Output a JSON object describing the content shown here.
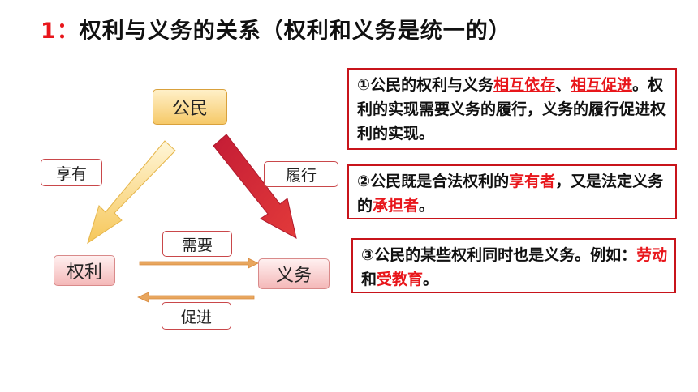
{
  "title": {
    "number": "1：",
    "text": "权利与义务的关系（权利和义务是统一的）"
  },
  "diagram": {
    "nodes": {
      "citizen": "公民",
      "rights": "权利",
      "duties": "义务"
    },
    "labels": {
      "enjoy": "享有",
      "perform": "履行",
      "need": "需要",
      "promote": "促进"
    }
  },
  "boxes": [
    {
      "parts": [
        {
          "text": "①公民的权利与义务",
          "style": "normal"
        },
        {
          "text": "相互依存",
          "style": "red-underline"
        },
        {
          "text": "、",
          "style": "normal"
        },
        {
          "text": "相互促进",
          "style": "red-underline"
        },
        {
          "text": "。权利的实现需要义务的履行，义务的履行促进权利的实现。",
          "style": "normal"
        }
      ]
    },
    {
      "parts": [
        {
          "text": "②公民既是合法权利的",
          "style": "normal"
        },
        {
          "text": "享有者",
          "style": "red"
        },
        {
          "text": "，又是法定义务的",
          "style": "normal"
        },
        {
          "text": "承担者",
          "style": "red"
        },
        {
          "text": "。",
          "style": "normal"
        }
      ]
    },
    {
      "parts": [
        {
          "text": "③公民的某些权利同时也是义务。例如：",
          "style": "normal"
        },
        {
          "text": "劳动",
          "style": "red"
        },
        {
          "text": "和",
          "style": "normal"
        },
        {
          "text": "受教育",
          "style": "red"
        },
        {
          "text": "。",
          "style": "normal"
        }
      ]
    }
  ],
  "colors": {
    "accent_red": "#e8161b",
    "box_border": "#c8141b",
    "arrow_gold": "#f6c75a",
    "arrow_red": "#d4283a",
    "arrow_orange": "#e39a4f"
  }
}
